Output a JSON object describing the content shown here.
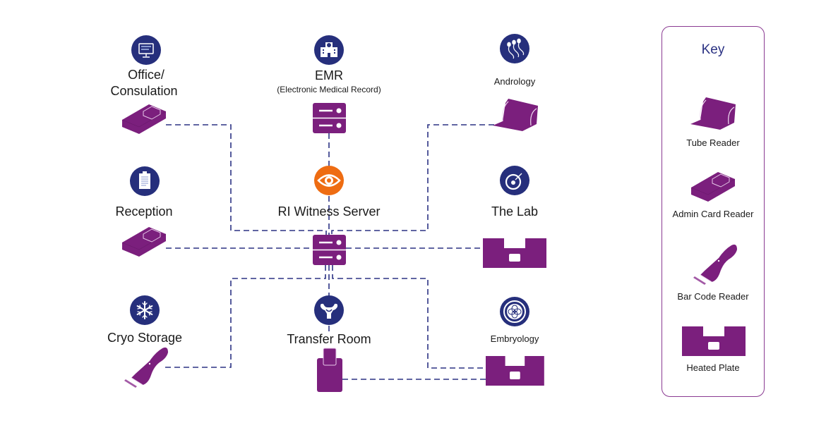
{
  "colors": {
    "device_purple": "#7b1f7d",
    "location_navy": "#262f7c",
    "server_orange": "#ee6c12",
    "connector_dash": "#2b3283",
    "key_border": "#8a3a92"
  },
  "locations": [
    {
      "id": "office",
      "label_line1": "Office/",
      "label_line2": "Consulation",
      "icon": "computer-monitor-icon",
      "device": "admin-card-reader"
    },
    {
      "id": "emr",
      "label_line1": "EMR",
      "label_line2": "(Electronic Medical Record)",
      "icon": "hospital-building-icon",
      "device": "server"
    },
    {
      "id": "andrology",
      "label": "Andrology",
      "icon": "sperm-icon",
      "device": "tube-reader"
    },
    {
      "id": "reception",
      "label": "Reception",
      "icon": "clipboard-icon",
      "device": "admin-card-reader"
    },
    {
      "id": "ri-witness",
      "label": "RI Witness Server",
      "icon": "eye-icon",
      "device": "server"
    },
    {
      "id": "lab",
      "label": "The Lab",
      "icon": "egg-cell-icon",
      "device": "heated-plate"
    },
    {
      "id": "cryo",
      "label": "Cryo Storage",
      "icon": "snowflake-icon",
      "device": "bar-code-reader"
    },
    {
      "id": "transfer",
      "label": "Transfer Room",
      "icon": "uterus-icon",
      "device": "admin-card-reader-upright"
    },
    {
      "id": "embryology",
      "label": "Embryology",
      "icon": "embryo-icon",
      "device": "heated-plate"
    }
  ],
  "key": {
    "title": "Key",
    "items": [
      {
        "label": "Tube Reader",
        "icon": "tube-reader-icon"
      },
      {
        "label": "Admin Card Reader",
        "icon": "admin-card-reader-icon"
      },
      {
        "label": "Bar Code Reader",
        "icon": "bar-code-reader-icon"
      },
      {
        "label": "Heated Plate",
        "icon": "heated-plate-icon"
      }
    ]
  }
}
